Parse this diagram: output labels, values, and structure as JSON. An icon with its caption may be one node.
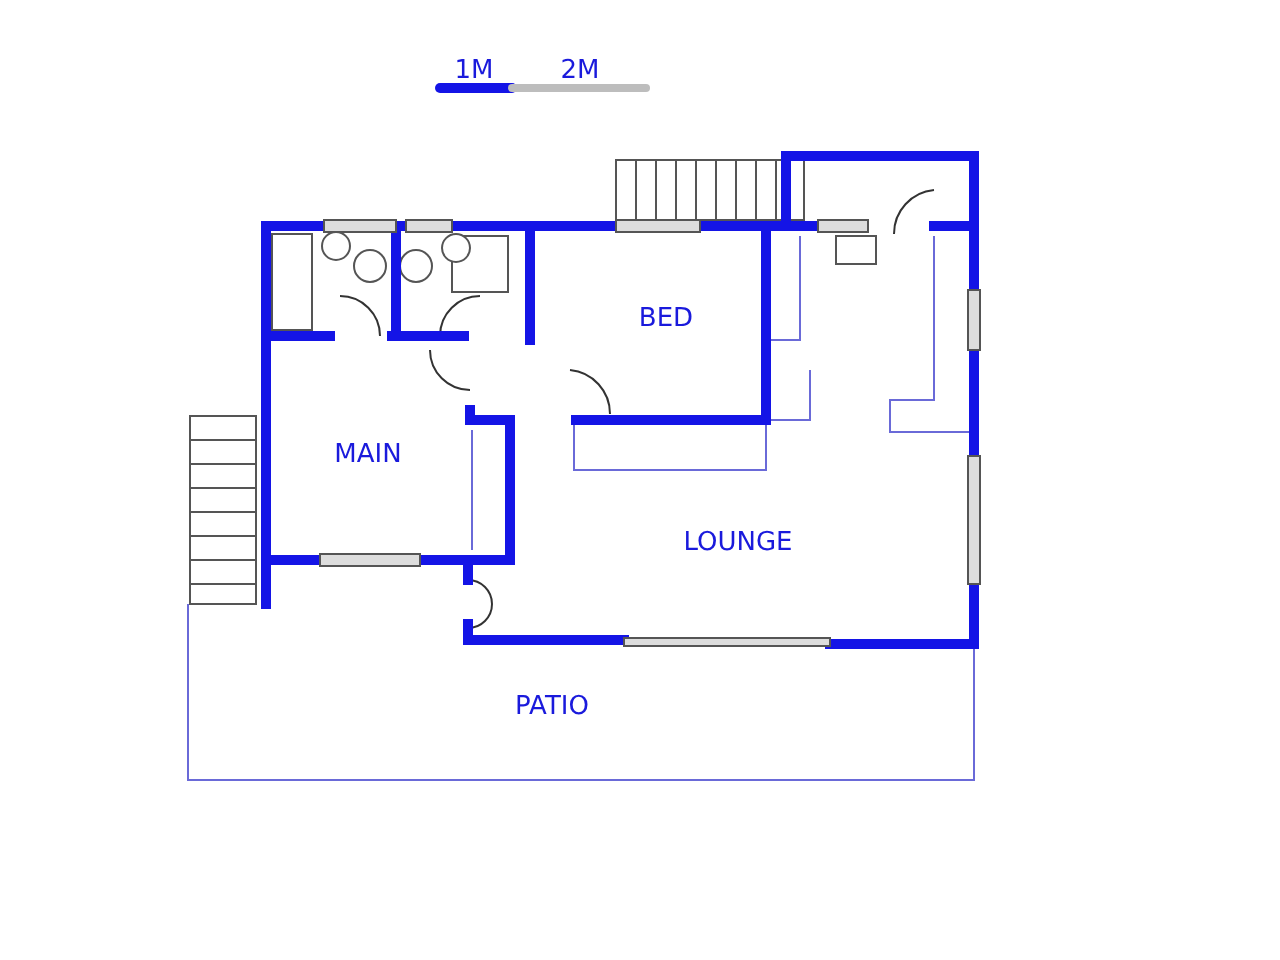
{
  "diagram": {
    "labels": [
      "1M",
      "2M",
      "BED",
      "MAIN",
      "LOUNGE",
      "PATIO"
    ]
  }
}
